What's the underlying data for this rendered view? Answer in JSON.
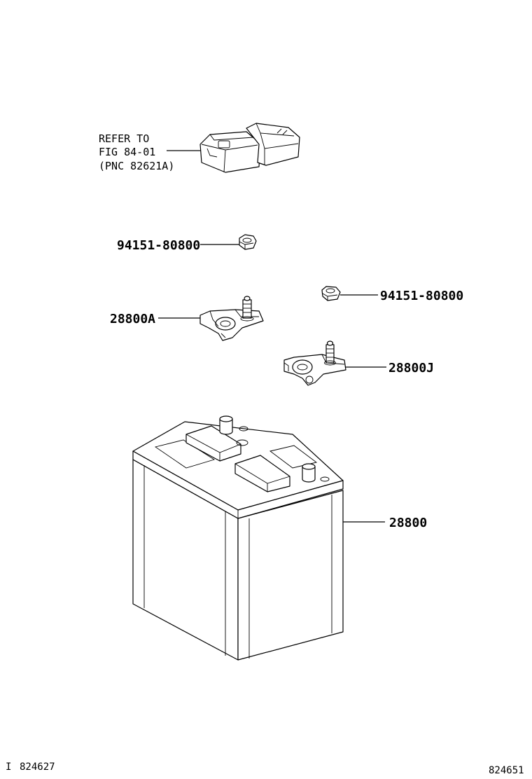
{
  "refer_note": {
    "line1": "REFER TO",
    "line2": "FIG  84-01",
    "line3": "(PNC 82621A)"
  },
  "callouts": {
    "nut_left": "94151-80800",
    "nut_right": "94151-80800",
    "clamp_negative": "28800A",
    "clamp_positive": "28800J",
    "battery": "28800"
  },
  "footer": {
    "left_marker": "I",
    "left_code": "824627",
    "right_code": "824651"
  }
}
